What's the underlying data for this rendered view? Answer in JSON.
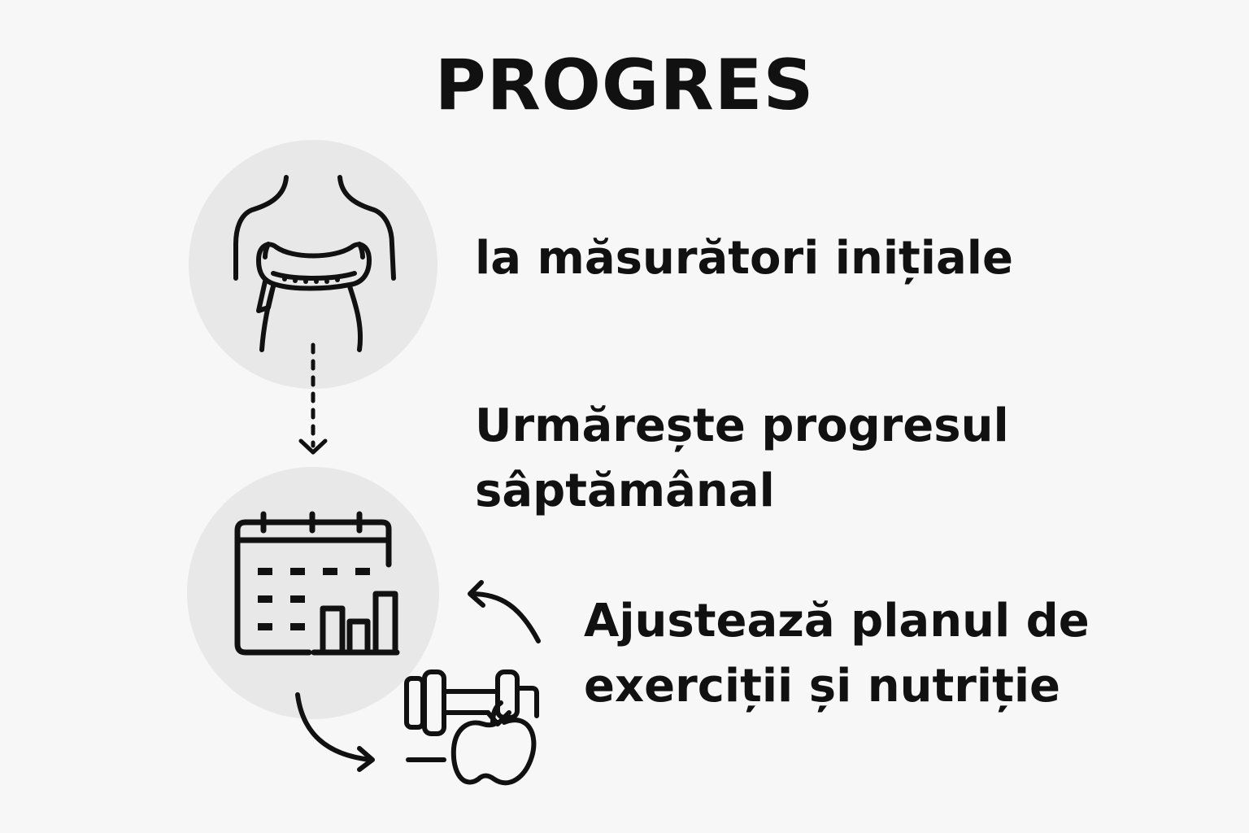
{
  "title": "PROGRES",
  "steps": [
    {
      "lines": [
        "la măsurători inițiale"
      ],
      "icon": "body-measuring-tape-icon"
    },
    {
      "lines": [
        "Urmărește progresul",
        "sâptămânal"
      ],
      "icon": "calendar-chart-icon"
    },
    {
      "lines": [
        "Ajustează planul de",
        "exerciții și nutriție"
      ],
      "icon": "dumbbell-apple-icon"
    }
  ],
  "colors": {
    "background": "#f7f7f7",
    "circle": "#e8e8e8",
    "ink": "#111111"
  }
}
